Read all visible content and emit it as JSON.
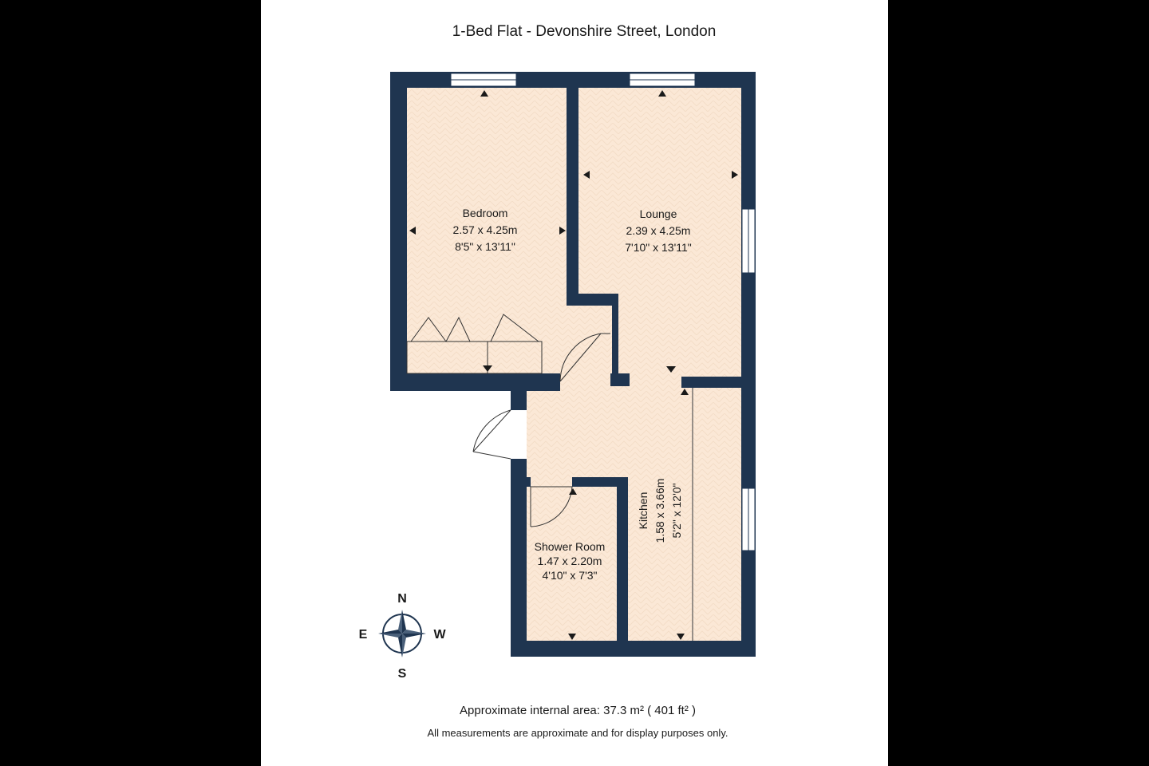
{
  "title": "1-Bed Flat - Devonshire Street, London",
  "rooms": {
    "bedroom": {
      "name": "Bedroom",
      "metric": "2.57 x 4.25m",
      "imperial": "8'5\" x 13'11\""
    },
    "lounge": {
      "name": "Lounge",
      "metric": "2.39 x 4.25m",
      "imperial": "7'10\" x 13'11\""
    },
    "kitchen": {
      "name": "Kitchen",
      "metric": "1.58 x 3.66m",
      "imperial": "5'2\" x 12'0\""
    },
    "shower": {
      "name": "Shower Room",
      "metric": "1.47 x 2.20m",
      "imperial": "4'10\" x 7'3\""
    }
  },
  "compass": {
    "n": "N",
    "s": "S",
    "e": "E",
    "w": "W"
  },
  "footer": {
    "area": "Approximate internal area: 37.3 m² ( 401 ft² )",
    "disclaimer": "All measurements are approximate and for display purposes only."
  },
  "colors": {
    "wall": "#1f3550",
    "floor": "#fbe8d6",
    "window": "#ffffff"
  }
}
